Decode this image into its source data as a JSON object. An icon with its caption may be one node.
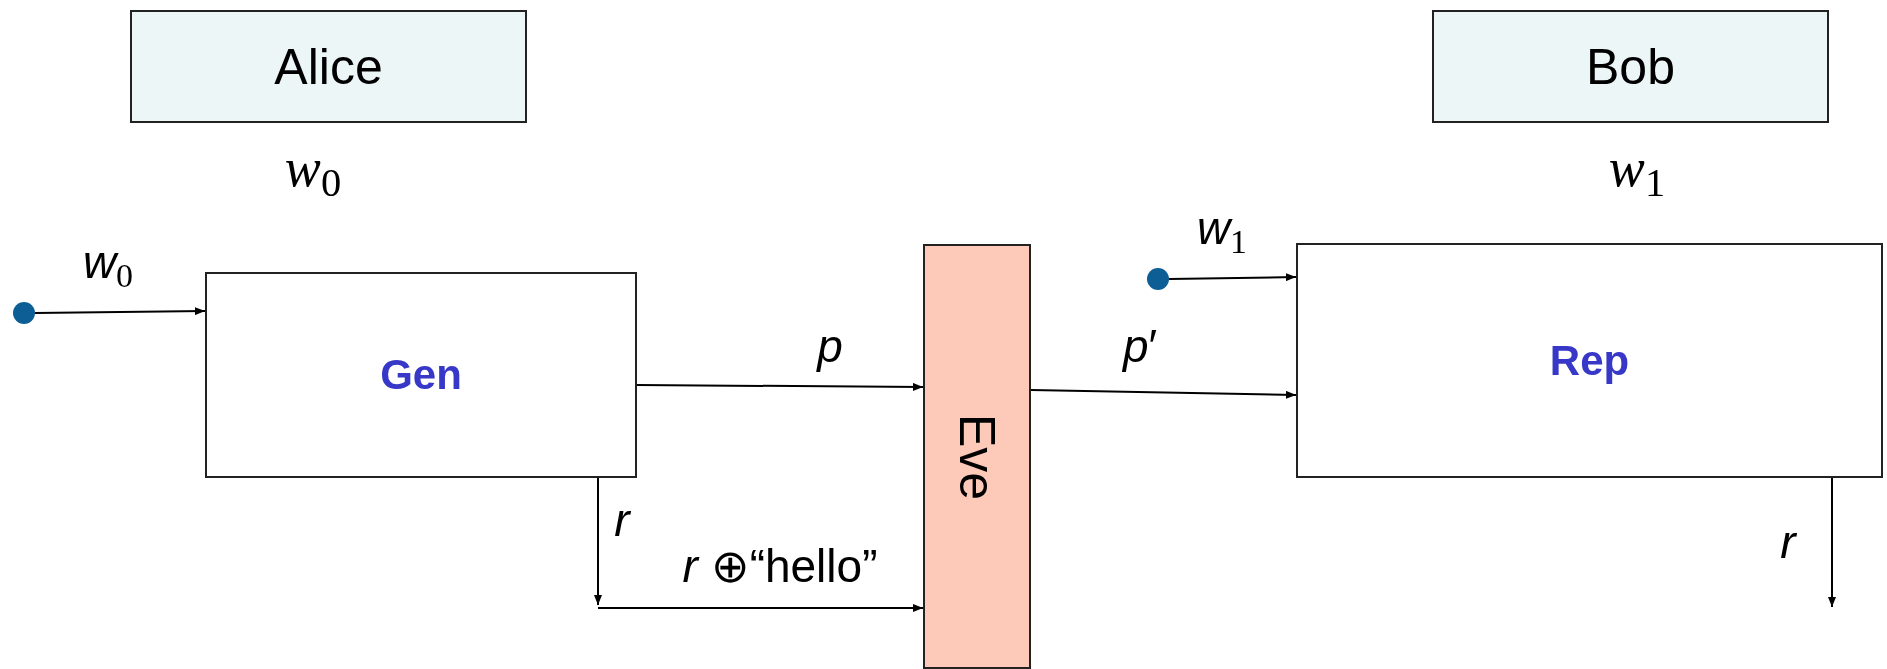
{
  "diagram": {
    "nodes": [
      {
        "text": [
          "Alice"
        ],
        "beside": [
          "*w*$_{0}$"
        ]
      },
      {
        "text": [
          "Bob"
        ],
        "beside": [
          "*w*$_{1}$"
        ]
      },
      {
        "text": [],
        "shape": "circle"
      },
      {
        "text": [
          "Gen"
        ]
      },
      {
        "text": [
          "Eve"
        ]
      },
      {
        "text": [],
        "shape": "circle"
      },
      {
        "text": [
          "Rep"
        ]
      }
    ],
    "edges": [
      {
        "from": 2,
        "to": 3,
        "arrow": "to",
        "label": "*w*$_{0}$"
      },
      {
        "from": 5,
        "to": 6,
        "arrow": "to",
        "label": "*w*$_{1}$"
      },
      {
        "from": 3,
        "to": 4,
        "arrow": "to",
        "label": "*p*"
      },
      {
        "from": 4,
        "to": 6,
        "arrow": "to",
        "label": "*p*′"
      },
      {
        "from": 3,
        "to": null,
        "arrow": "to",
        "label": "*r*"
      },
      {
        "from": null,
        "to": 4,
        "arrow": "to",
        "label": "*r* ⊕“hello”"
      },
      {
        "from": 6,
        "to": null,
        "arrow": "to",
        "label": "*r*"
      }
    ]
  }
}
